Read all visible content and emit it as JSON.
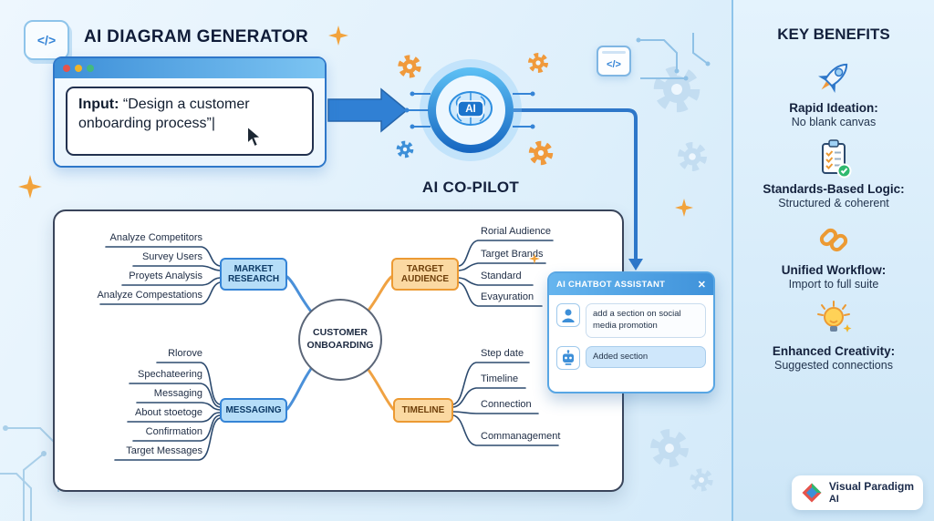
{
  "title": "AI DIAGRAM GENERATOR",
  "icons": {
    "code": "</>",
    "close": "✕",
    "caret": "|"
  },
  "input_window": {
    "label": "Input:",
    "text": " “Design a customer onboarding process”"
  },
  "copilot": {
    "badge": "AI",
    "label": "AI CO-PILOT"
  },
  "mindmap": {
    "center": "CUSTOMER ONBOARDING",
    "branches": [
      {
        "label": "MARKET RESEARCH",
        "color": "blue",
        "items": [
          "Analyze Competitors",
          "Survey Users",
          "Proyets Analysis",
          "Analyze Compestations"
        ]
      },
      {
        "label": "TARGET AUDIENCE",
        "color": "orange",
        "items": [
          "Rorial Audience",
          "Target Brands",
          "Standard",
          "Evayuration"
        ]
      },
      {
        "label": "MESSAGING",
        "color": "blue",
        "items": [
          "Rlorove",
          "Spechateering",
          "Messaging",
          "About stoetoge",
          "Confirmation",
          "Target Messages"
        ]
      },
      {
        "label": "TIMELINE",
        "color": "orange",
        "items": [
          "Step date",
          "Timeline",
          "Connection",
          "Commanagement"
        ]
      }
    ]
  },
  "chatbot": {
    "title": "AI CHATBOT ASSISTANT",
    "messages": [
      {
        "role": "user",
        "text": "add a section on social media promotion"
      },
      {
        "role": "bot",
        "text": "Added section"
      }
    ]
  },
  "benefits": {
    "title": "KEY BENEFITS",
    "items": [
      {
        "icon": "rocket-icon",
        "title": "Rapid Ideation:",
        "desc": "No blank canvas"
      },
      {
        "icon": "checklist-icon",
        "title": "Standards-Based Logic:",
        "desc": "Structured & coherent"
      },
      {
        "icon": "chain-icon",
        "title": "Unified Workflow:",
        "desc": "Import to full suite"
      },
      {
        "icon": "lightbulb-icon",
        "title": "Enhanced Creativity:",
        "desc": "Suggested connections"
      }
    ]
  },
  "brand": {
    "name": "Visual Paradigm",
    "sub": "AI"
  },
  "colors": {
    "accent_blue": "#3584d6",
    "accent_orange": "#f09a3c",
    "panel_border": "#39445a"
  }
}
